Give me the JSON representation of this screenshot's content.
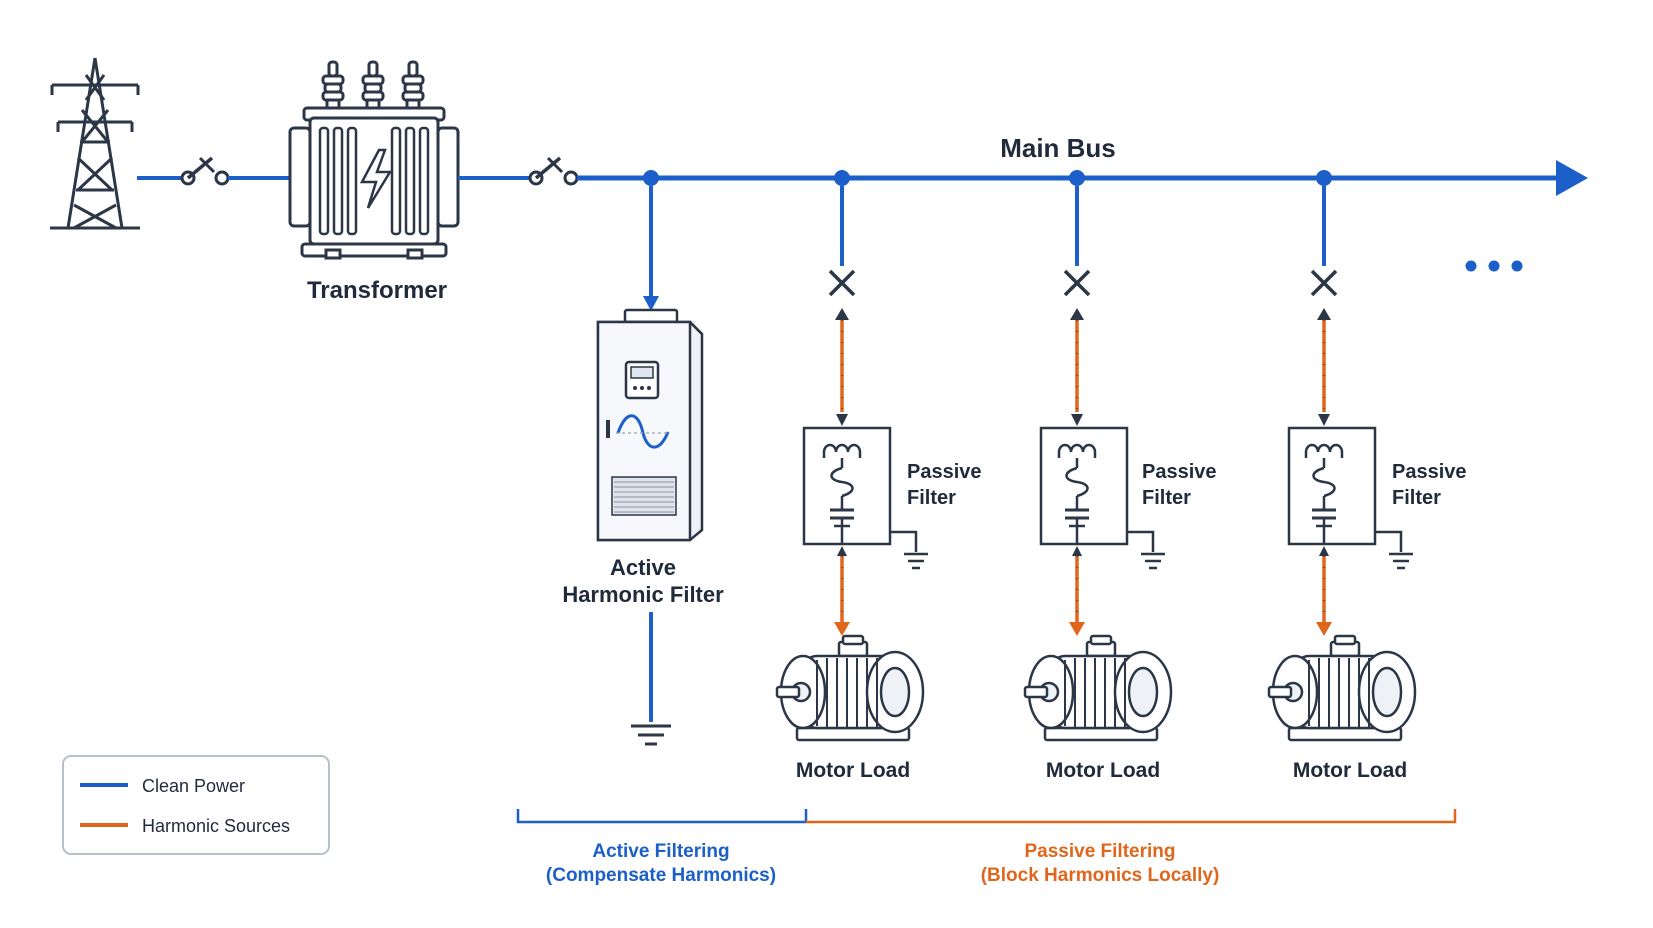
{
  "colors": {
    "clean": "#1d5fc9",
    "harmonic": "#e0661c",
    "dark": "#2b3647",
    "legend_border": "#b8c0cc"
  },
  "labels": {
    "main_bus": "Main Bus",
    "transformer": "Transformer",
    "ahf_line1": "Active",
    "ahf_line2": "Harmonic Filter",
    "passive_line1": "Passive",
    "passive_line2": "Filter",
    "motor_load": "Motor Load"
  },
  "legend": {
    "clean_power": "Clean Power",
    "harmonic_sources": "Harmonic Sources"
  },
  "brackets": {
    "active_line1": "Active Filtering",
    "active_line2": "(Compensate Harmonics)",
    "passive_line1": "Passive Filtering",
    "passive_line2": "(Block Harmonics Locally)"
  },
  "icons": [
    "transmission-tower-icon",
    "transformer-icon",
    "disconnect-switch-icon",
    "active-filter-cabinet-icon",
    "passive-filter-icon",
    "ground-icon",
    "motor-icon",
    "breaker-x-icon",
    "ellipsis-icon"
  ]
}
